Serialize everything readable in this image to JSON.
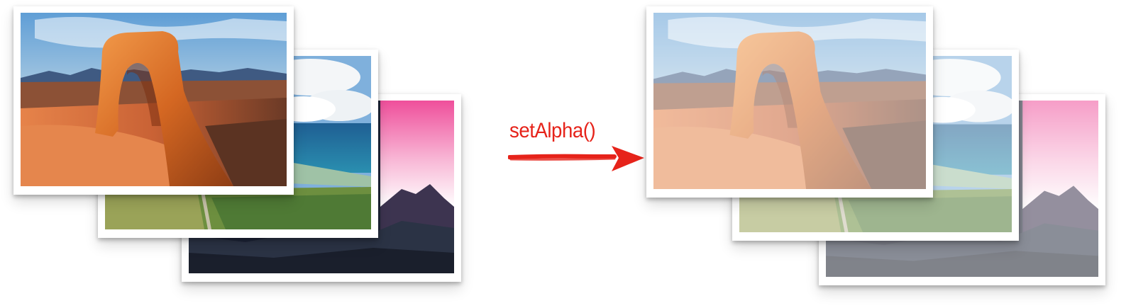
{
  "operation": {
    "label": "setAlpha()",
    "arrow_color": "#e6231a"
  },
  "stacks": {
    "before": {
      "opacity": 1.0,
      "photos": [
        "arch-photo",
        "coast-photo",
        "mountain-photo"
      ]
    },
    "after": {
      "opacity": 0.55,
      "photos": [
        "arch-photo",
        "coast-photo",
        "mountain-photo"
      ]
    }
  }
}
